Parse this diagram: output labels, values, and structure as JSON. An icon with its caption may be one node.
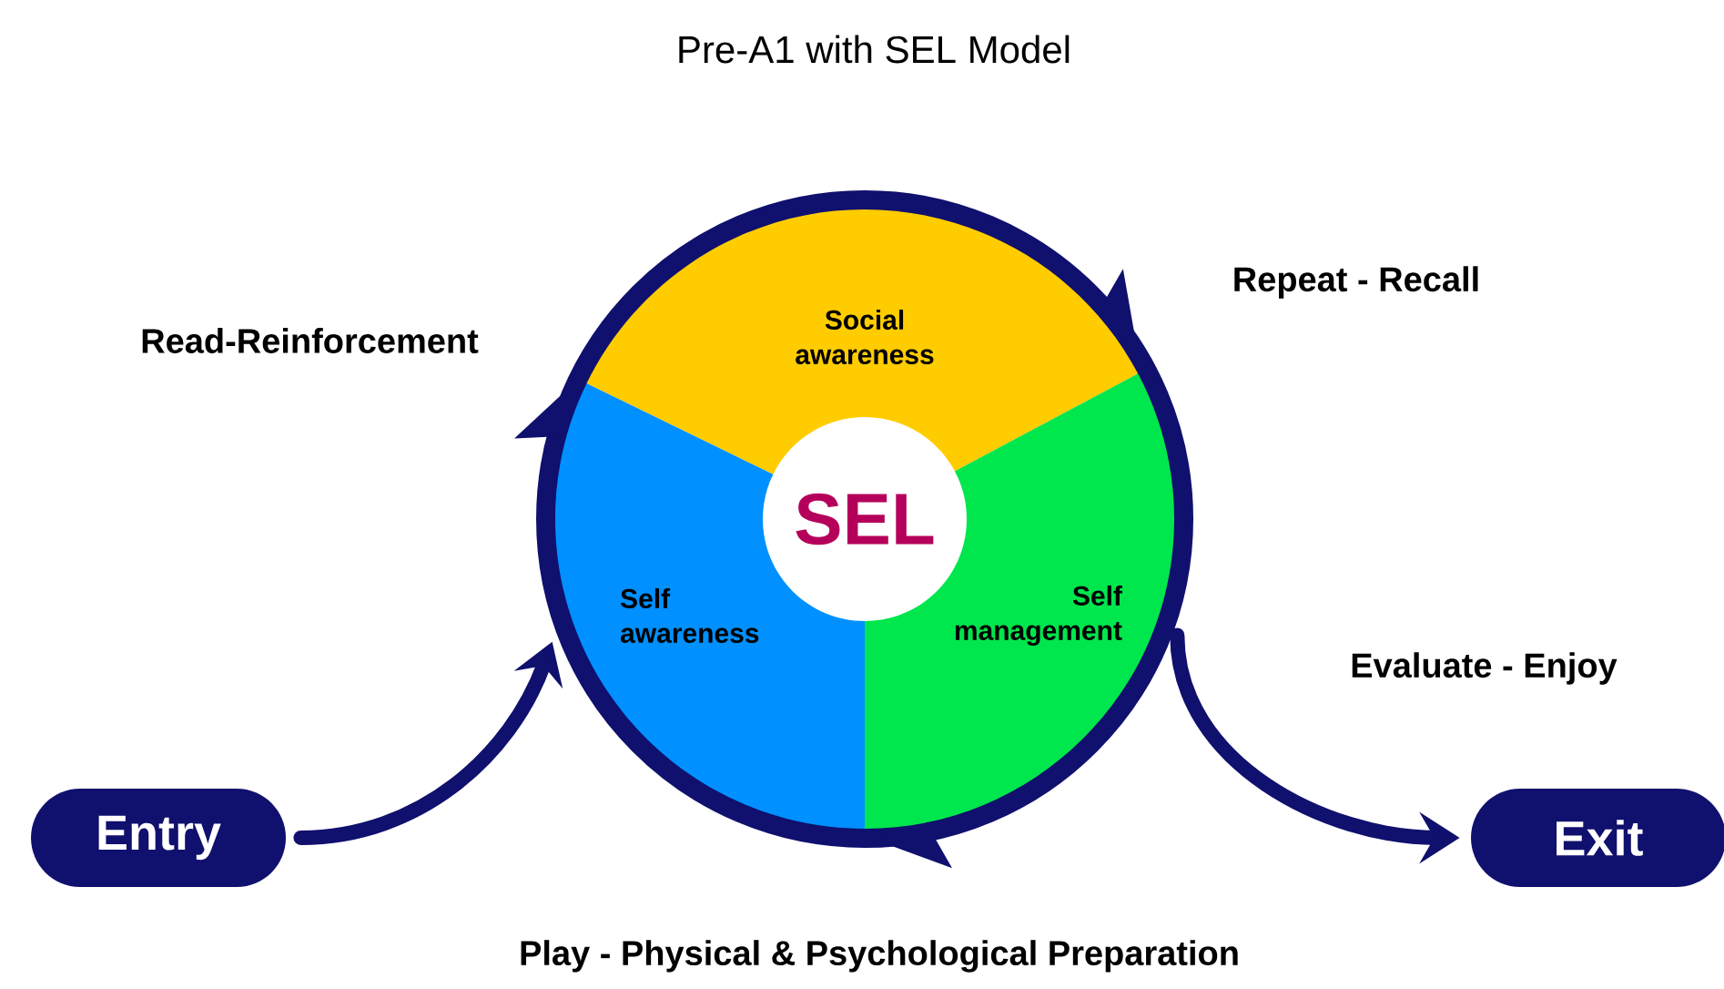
{
  "diagram": {
    "title": "Pre-A1 with SEL Model",
    "nodes": [
      {
        "text": [],
        "shape": "circle"
      },
      {
        "text": [
          "Social awareness"
        ],
        "in": 0
      },
      {
        "text": [
          "SEL"
        ],
        "in": 0
      },
      {
        "text": [
          "Self awareness"
        ],
        "in": 0
      },
      {
        "text": [
          "Self management"
        ],
        "in": 0
      },
      {
        "text": [
          "Entry"
        ]
      },
      {
        "text": [
          "Exit"
        ]
      }
    ],
    "edges": [
      {
        "from": 5,
        "to": 0,
        "arrow": "to"
      },
      {
        "from": 0,
        "to": 6,
        "arrow": "to"
      }
    ],
    "labels": [
      "Read-Reinforcement",
      "Repeat - Recall",
      "Evaluate - Enjoy",
      "Play - Physical & Psychological Preparation"
    ]
  }
}
